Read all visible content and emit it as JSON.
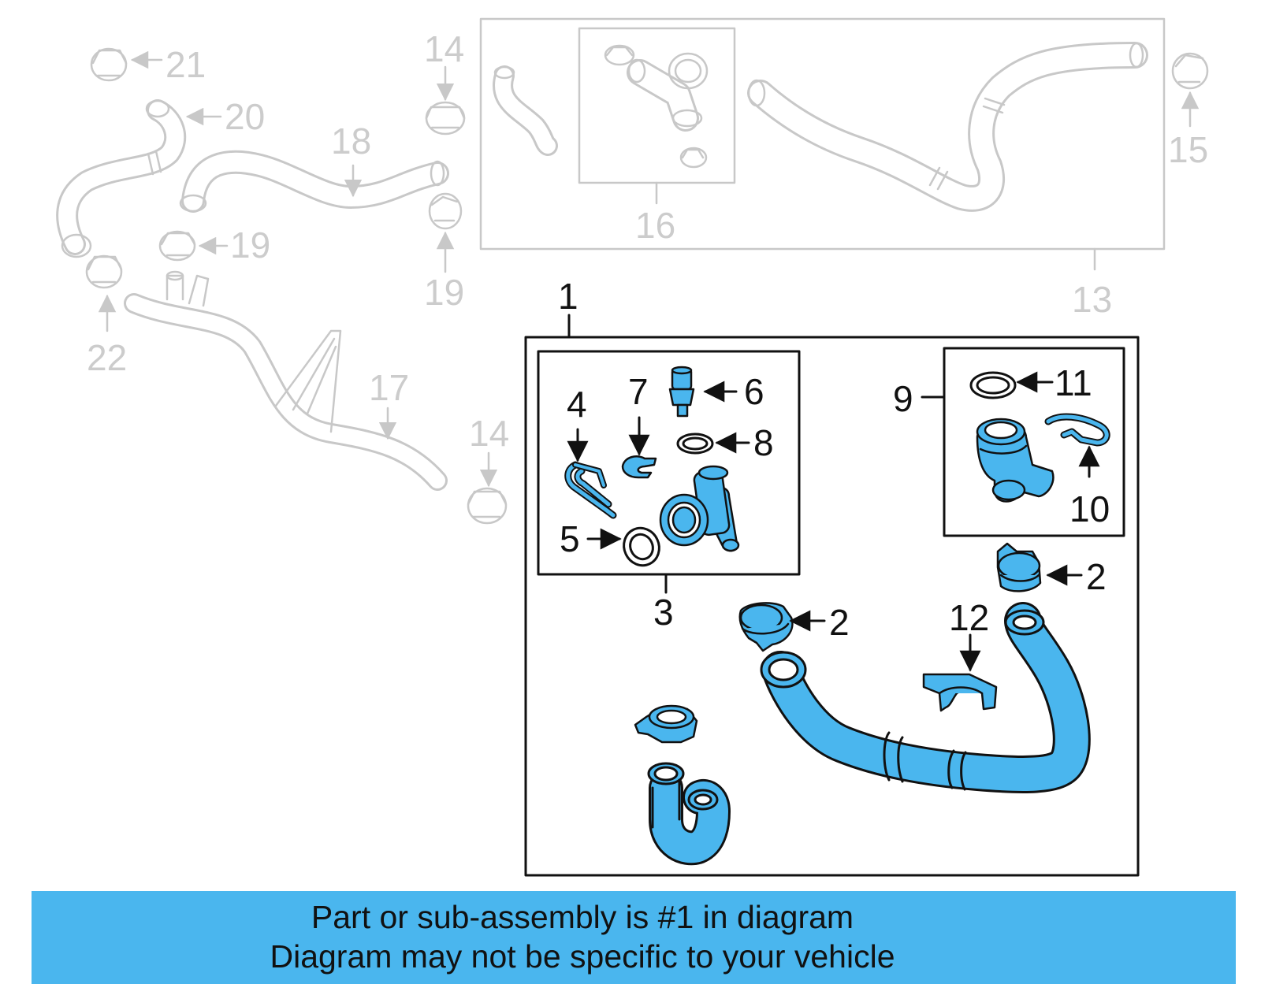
{
  "callouts": {
    "c1": "1",
    "c2a": "2",
    "c2b": "2",
    "c3": "3",
    "c4": "4",
    "c5": "5",
    "c6": "6",
    "c7": "7",
    "c8": "8",
    "c9": "9",
    "c10": "10",
    "c11": "11",
    "c12": "12",
    "c13": "13",
    "c14a": "14",
    "c14b": "14",
    "c15": "15",
    "c16": "16",
    "c17": "17",
    "c18": "18",
    "c19a": "19",
    "c19b": "19",
    "c20": "20",
    "c21": "21",
    "c22": "22"
  },
  "banner": {
    "line1": "Part or sub-assembly is #1 in diagram",
    "line2": "Diagram may not be specific to your vehicle"
  },
  "colors": {
    "highlight_part": "#4ab6ee",
    "banner_background": "#4ab6ee",
    "context_part_line": "#c8c8c8",
    "main_outline": "#111111"
  }
}
